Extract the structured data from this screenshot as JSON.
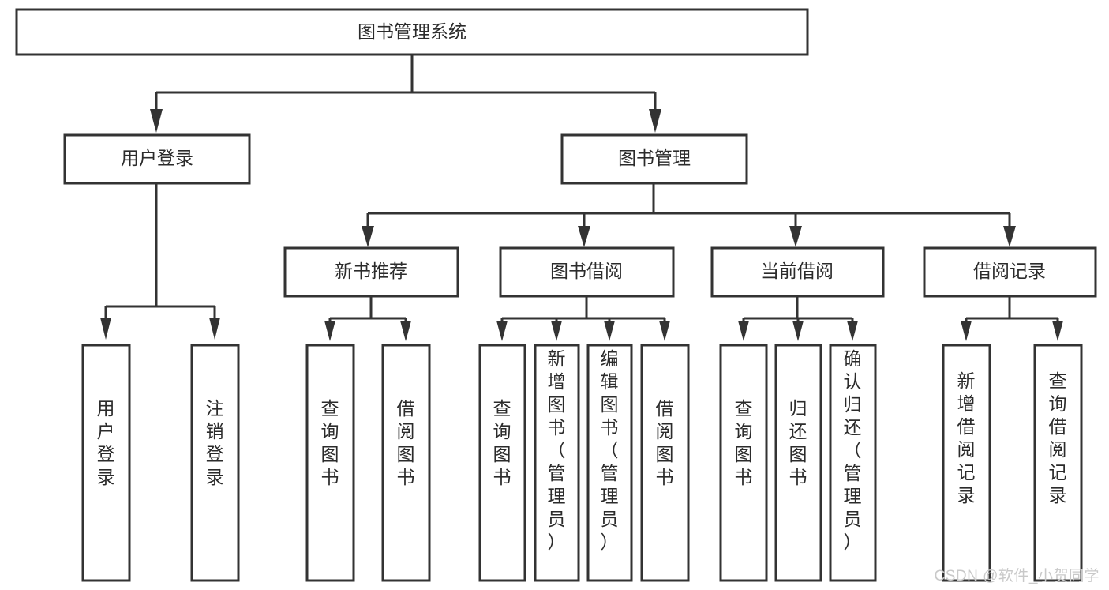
{
  "diagram": {
    "type": "tree-hierarchy",
    "title": "图书管理系统",
    "root": {
      "id": "root",
      "label": "图书管理系统"
    },
    "level2": [
      {
        "id": "user-login",
        "label": "用户登录"
      },
      {
        "id": "book-management",
        "label": "图书管理"
      }
    ],
    "level3": [
      {
        "id": "new-book-recommend",
        "label": "新书推荐",
        "parent": "book-management"
      },
      {
        "id": "book-borrow",
        "label": "图书借阅",
        "parent": "book-management"
      },
      {
        "id": "current-borrow",
        "label": "当前借阅",
        "parent": "book-management"
      },
      {
        "id": "borrow-record",
        "label": "借阅记录",
        "parent": "book-management"
      }
    ],
    "leaves": {
      "user-login": [
        {
          "id": "leaf-user-login",
          "label": "用户登录"
        },
        {
          "id": "leaf-logout-login",
          "label": "注销登录"
        }
      ],
      "new-book-recommend": [
        {
          "id": "leaf-query-book-1",
          "label": "查询图书"
        },
        {
          "id": "leaf-borrow-book-1",
          "label": "借阅图书"
        }
      ],
      "book-borrow": [
        {
          "id": "leaf-query-book-2",
          "label": "查询图书"
        },
        {
          "id": "leaf-add-book",
          "label": "新增图书（管理员）"
        },
        {
          "id": "leaf-edit-book",
          "label": "编辑图书（管理员）"
        },
        {
          "id": "leaf-borrow-book-2",
          "label": "借阅图书"
        }
      ],
      "current-borrow": [
        {
          "id": "leaf-query-book-3",
          "label": "查询图书"
        },
        {
          "id": "leaf-return-book",
          "label": "归还图书"
        },
        {
          "id": "leaf-confirm-return",
          "label": "确认归还（管理员）"
        }
      ],
      "borrow-record": [
        {
          "id": "leaf-add-borrow-record",
          "label": "新增借阅记录"
        },
        {
          "id": "leaf-query-borrow-record",
          "label": "查询借阅记录"
        }
      ]
    }
  },
  "watermark": {
    "text": "CSDN @软件_小贺同学"
  },
  "colors": {
    "stroke": "#333333",
    "fill": "#ffffff",
    "text": "#2b2b2b",
    "watermark": "#c9c9c9"
  }
}
